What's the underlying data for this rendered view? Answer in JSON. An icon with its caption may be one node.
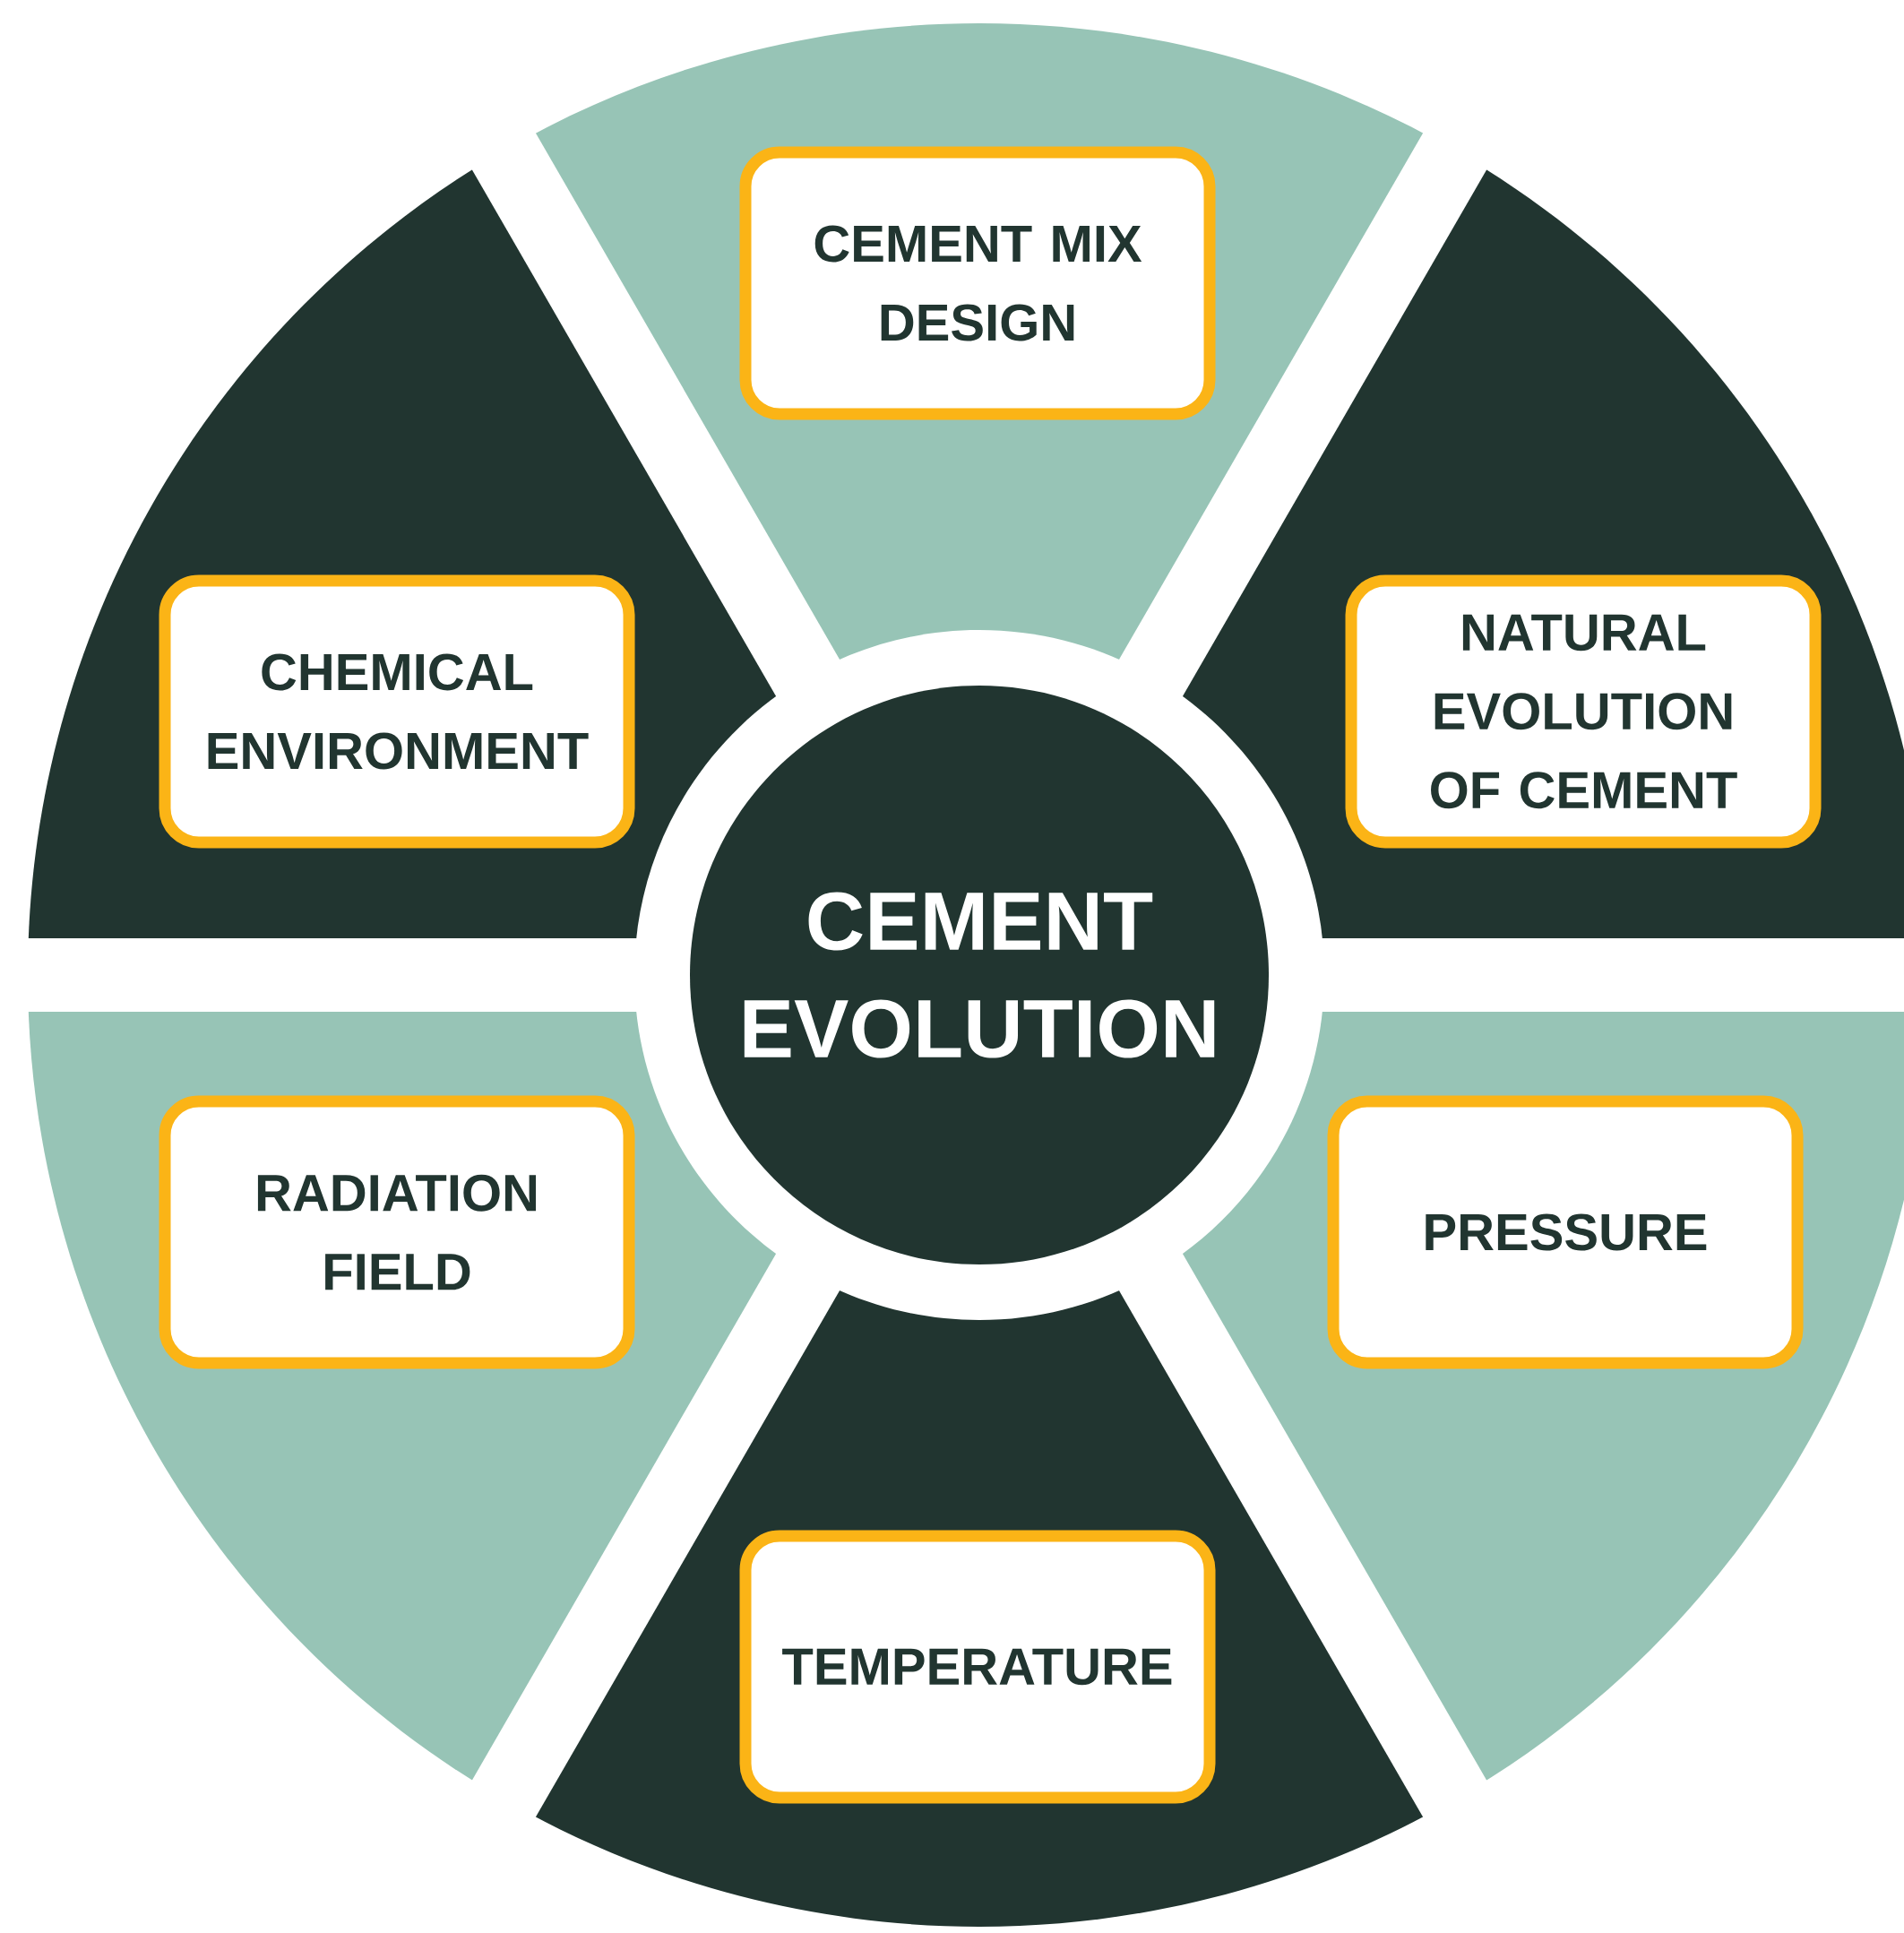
{
  "diagram": {
    "nodes": [
      {
        "text": [
          "CEMENT MIX DESIGN"
        ]
      },
      {
        "text": [
          "CHEMICAL ENVIRONMENT"
        ]
      },
      {
        "text": [
          "NATURAL EVOLUTION OF CEMENT"
        ]
      },
      {
        "text": [
          "CEMENT EVOLUTION"
        ]
      },
      {
        "text": [
          "RADIATION FIELD"
        ]
      },
      {
        "text": [
          "PRESSURE"
        ]
      },
      {
        "text": [
          "TEMPERATURE"
        ]
      }
    ]
  }
}
